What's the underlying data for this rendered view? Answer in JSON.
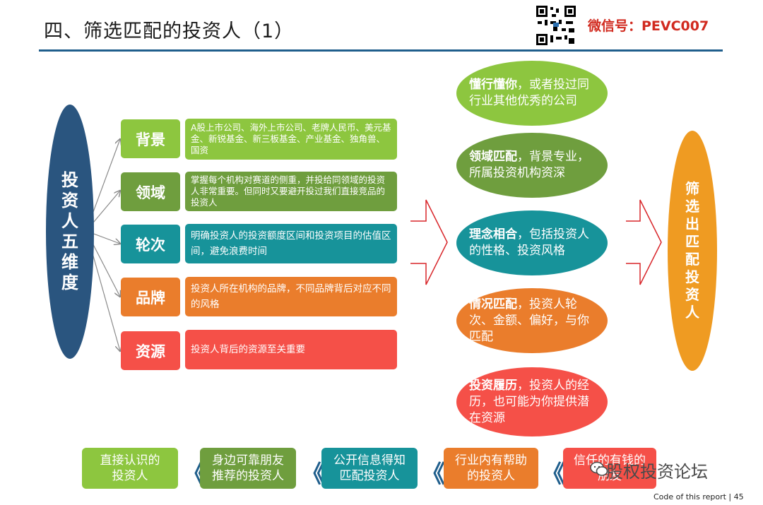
{
  "header": {
    "title": "四、筛选匹配的投资人（1）",
    "wechat": "微信号：PEVC007"
  },
  "left_oval": {
    "text": "投资人五维度"
  },
  "dimensions": [
    {
      "label": "背景",
      "desc": "A股上市公司、海外上市公司、老牌人民币、美元基金、新锐基金、新三板基金、产业基金、独角兽、国资"
    },
    {
      "label": "领域",
      "desc": "掌握每个机构对赛道的侧重，并投给同领域的投资人非常重要。但同时又要避开投过我们直接竞品的投资人"
    },
    {
      "label": "轮次",
      "desc": "明确投资人的投资额度区间和投资项目的估值区间，避免浪费时间"
    },
    {
      "label": "品牌",
      "desc": "投资人所在机构的品牌，不同品牌背后对应不同的风格"
    },
    {
      "label": "资源",
      "desc": "投资人背后的资源至关重要"
    }
  ],
  "criteria": [
    {
      "bold": "懂行懂你",
      "rest": "，或者投过同行业其他优秀的公司"
    },
    {
      "bold": "领域匹配",
      "rest": "，背景专业，所属投资机构资深"
    },
    {
      "bold": "理念相合",
      "rest": "，包括投资人的性格、投资风格"
    },
    {
      "bold": "情况匹配",
      "rest": "，投资人轮次、金额、偏好，与你匹配"
    },
    {
      "bold": "投资履历",
      "rest": "，投资人的经历，也可能为你提供潜在资源"
    }
  ],
  "right_oval": {
    "text": "筛选出匹配投资人"
  },
  "chain": [
    "直接认识的投资人",
    "身边可靠朋友推荐的投资人",
    "公开信息得知匹配投资人",
    "行业内有帮助的投资人",
    "信任的有钱的朋友"
  ],
  "chevron": "《",
  "watermark": "股权投资论坛",
  "footer": "Code of this report  | 45",
  "colors": {
    "navy": "#2a557f",
    "green": "#8dc63f",
    "olive": "#6f9e3e",
    "teal": "#17939a",
    "orange": "#ea7d2c",
    "red": "#f55048",
    "amber": "#ef9b22",
    "rule": "#1f5e8c",
    "wechat_red": "#d12a1f"
  }
}
